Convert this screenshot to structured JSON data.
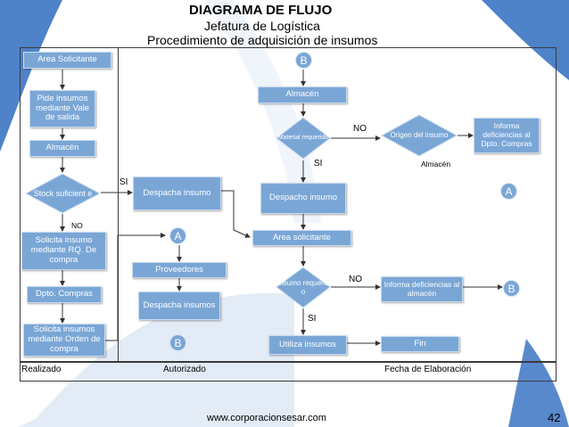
{
  "header": {
    "title": "DIAGRAMA DE FLUJO",
    "subtitle": "Jefatura de Logística",
    "procedure": "Procedimiento de adquisición de insumos"
  },
  "left_column": {
    "area": "Area Solicitante",
    "pide": "Pide insumos mediante Vale de salida",
    "almacen": "Almacén",
    "stock": "Stock suficient e",
    "solicita_rq": "Solicita insumo mediante RQ. De compra",
    "dpto_compras": "Dpto. Compras",
    "solicita_oc": "Solicita insumos mediante Orden de compra"
  },
  "middle_column": {
    "despacha_insumo": "Despacha insumo",
    "connector_a": "A",
    "proveedores": "Proveedores",
    "despacha_insumos": "Despacha insumos",
    "connector_b": "B"
  },
  "right_column": {
    "connector_b_top": "B",
    "almacen": "Almacén",
    "material_requerido": "Material requerido",
    "origen": "Origen del insumo",
    "informa_compras": "Informa deficiencias al Dpto. Compras",
    "connector_a": "A",
    "despacho_insumo": "Despacho insumo",
    "area_solicitante": "Area solicitante",
    "insumo_requerido": "Insumo requerid o",
    "informa_almacen": "Informa deficiencias al almacén",
    "connector_b": "B",
    "utiliza": "Utiliza insumos",
    "fin": "Fin"
  },
  "labels": {
    "si_left": "SI",
    "no_left": "NO",
    "no_material": "NO",
    "si_material": "SI",
    "almacen_origen": "Almacén",
    "no_insumo": "NO",
    "si_insumo": "SI"
  },
  "footer": {
    "realizado": "Realizado",
    "autorizado": "Autorizado",
    "fecha": "Fecha de Elaboración",
    "website": "www.corporacionsesar.com",
    "page": "42"
  },
  "colors": {
    "shape_fill": "#7aa6d6",
    "background_accent": "#2f6cc0"
  }
}
